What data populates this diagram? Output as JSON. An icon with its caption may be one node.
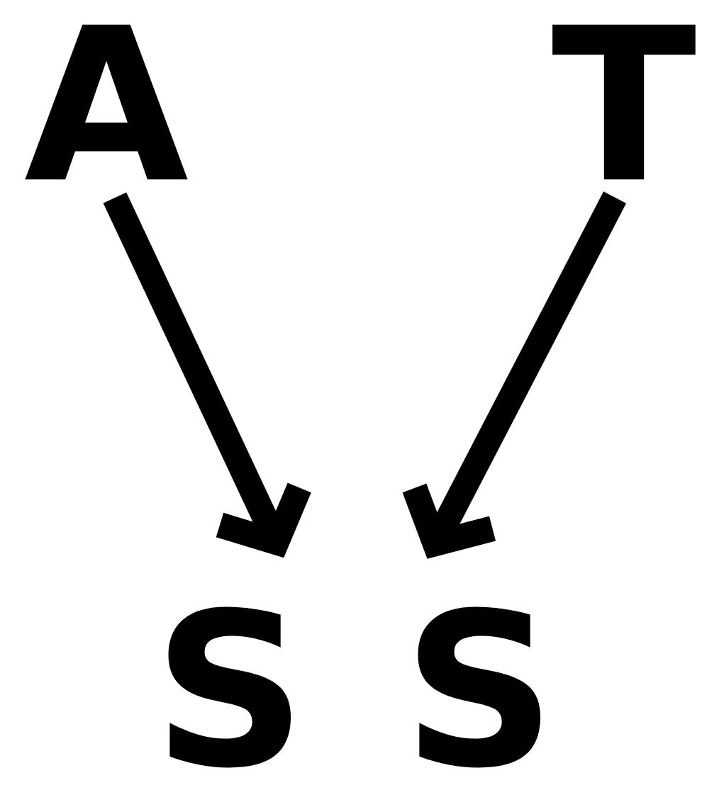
{
  "diagram": {
    "nodes": [
      {
        "text": [
          "A"
        ]
      },
      {
        "text": [
          "T"
        ]
      },
      {
        "text": [
          "S"
        ]
      },
      {
        "text": [
          "S"
        ]
      }
    ],
    "edges": [
      {
        "from": 0,
        "to": 2,
        "arrow": "to"
      },
      {
        "from": 1,
        "to": 3,
        "arrow": "to"
      }
    ]
  }
}
